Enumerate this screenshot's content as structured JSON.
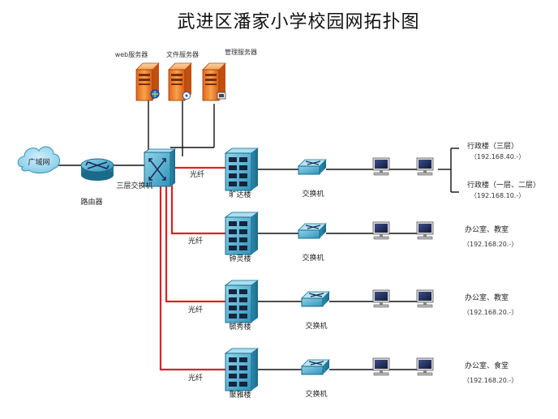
{
  "title": "武进区潘家小学校园网拓扑图",
  "wan": {
    "label": "广域网"
  },
  "router": {
    "label": "路由器"
  },
  "core_switch": {
    "label": "三层交换机"
  },
  "servers": [
    {
      "label": "web服务器"
    },
    {
      "label": "文件服务器"
    },
    {
      "label": "管理服务器"
    }
  ],
  "fiber_label": "光纤",
  "buildings": [
    {
      "name": "旷达楼",
      "switch_label": "交换机",
      "targets": [
        {
          "name": "行政楼（三层）",
          "ip": "（192.168.40.-）"
        },
        {
          "name": "行政楼（一层、二层）",
          "ip": "（192.168.10.-）"
        }
      ]
    },
    {
      "name": "钟灵楼",
      "switch_label": "交换机",
      "targets": [
        {
          "name": "办公室、教室",
          "ip": "（192.168.20.-）"
        }
      ]
    },
    {
      "name": "毓秀楼",
      "switch_label": "交换机",
      "targets": [
        {
          "name": "办公室、教室",
          "ip": "（192.168.20.-）"
        }
      ]
    },
    {
      "name": "聚雅楼",
      "switch_label": "交换机",
      "targets": [
        {
          "name": "办公室、食堂",
          "ip": "（192.168.20.-）"
        }
      ]
    }
  ]
}
